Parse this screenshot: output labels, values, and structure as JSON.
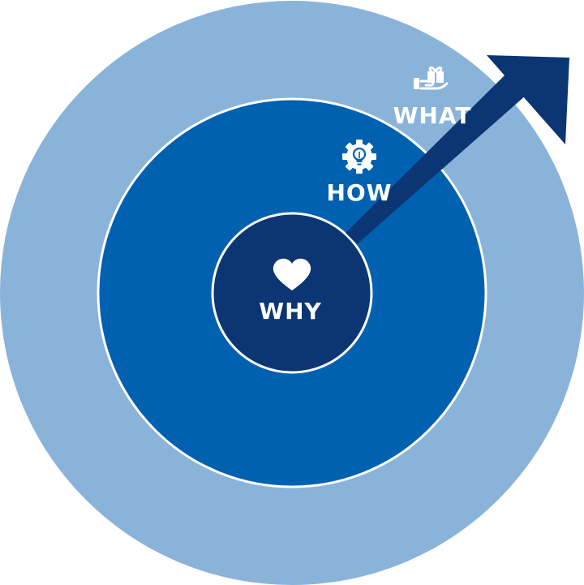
{
  "diagram": {
    "rings": [
      {
        "id": "what",
        "label": "WHAT",
        "icon": "hand-gift-icon",
        "color": "#8ab3d9"
      },
      {
        "id": "how",
        "label": "HOW",
        "icon": "gear-lightbulb-icon",
        "color": "#0061b0"
      },
      {
        "id": "why",
        "label": "WHY",
        "icon": "heart-icon",
        "color": "#0b3673"
      }
    ],
    "arrow": {
      "icon": "arrow-icon",
      "color": "#0b3673"
    },
    "ring_border_color": "#ffffff"
  }
}
